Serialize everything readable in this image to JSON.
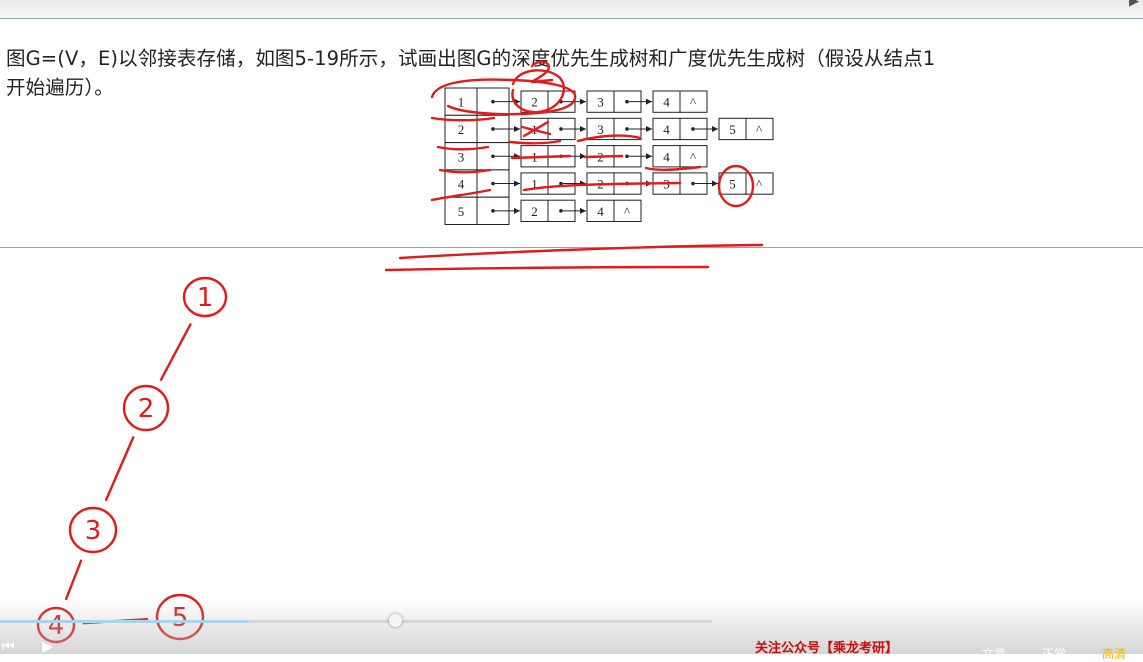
{
  "header": {
    "logo_text": "▶"
  },
  "question": {
    "line1": "图G=(V，E)以邻接表存储，如图5-19所示，试画出图G的深度优先生成树和广度优先生成树（假设从结点1",
    "line2": "开始遍历）。"
  },
  "adjacency_list": {
    "null_symbol": "^",
    "rows": [
      {
        "vertex": "1",
        "neighbors": [
          "2",
          "3",
          "4"
        ]
      },
      {
        "vertex": "2",
        "neighbors": [
          "1",
          "3",
          "4",
          "5"
        ]
      },
      {
        "vertex": "3",
        "neighbors": [
          "1",
          "2",
          "4"
        ]
      },
      {
        "vertex": "4",
        "neighbors": [
          "1",
          "2",
          "3",
          "5"
        ]
      },
      {
        "vertex": "5",
        "neighbors": [
          "2",
          "4"
        ]
      }
    ]
  },
  "handwritten_tree": {
    "ink_color": "#e11b1b",
    "nodes": [
      "1",
      "2",
      "3",
      "4",
      "5"
    ],
    "edges": [
      [
        "1",
        "2"
      ],
      [
        "2",
        "3"
      ],
      [
        "3",
        "4"
      ],
      [
        "4",
        "5"
      ]
    ]
  },
  "player": {
    "progress_fraction": 0.35,
    "watermark": "关注公众号【乘龙考研】",
    "options": [
      {
        "label": "文章",
        "active": false
      },
      {
        "label": "正常",
        "active": false
      },
      {
        "label": "高清",
        "active": true
      }
    ],
    "prev_label": "⏮",
    "play_label": "▶"
  }
}
